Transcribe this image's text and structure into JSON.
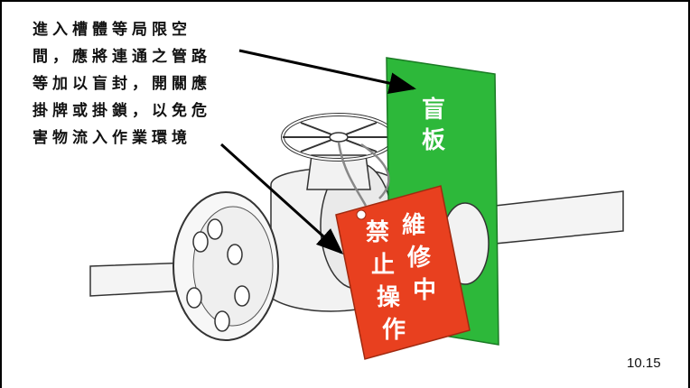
{
  "caption": {
    "lines": [
      "進入槽體等局限空",
      "間，應將連通之管路",
      "等加以盲封，開關應",
      "掛牌或掛鎖，以免危",
      "害物流入作業環境"
    ]
  },
  "blind_plate": {
    "label_line1": "盲",
    "label_line2": "板",
    "color": "#2db83a"
  },
  "tag": {
    "col_right": "維修中",
    "col_left": "禁止操作",
    "chars": [
      "禁",
      "維",
      "止",
      "修",
      "操",
      "中",
      "作"
    ],
    "color": "#e8401f"
  },
  "page_number": "10.15"
}
